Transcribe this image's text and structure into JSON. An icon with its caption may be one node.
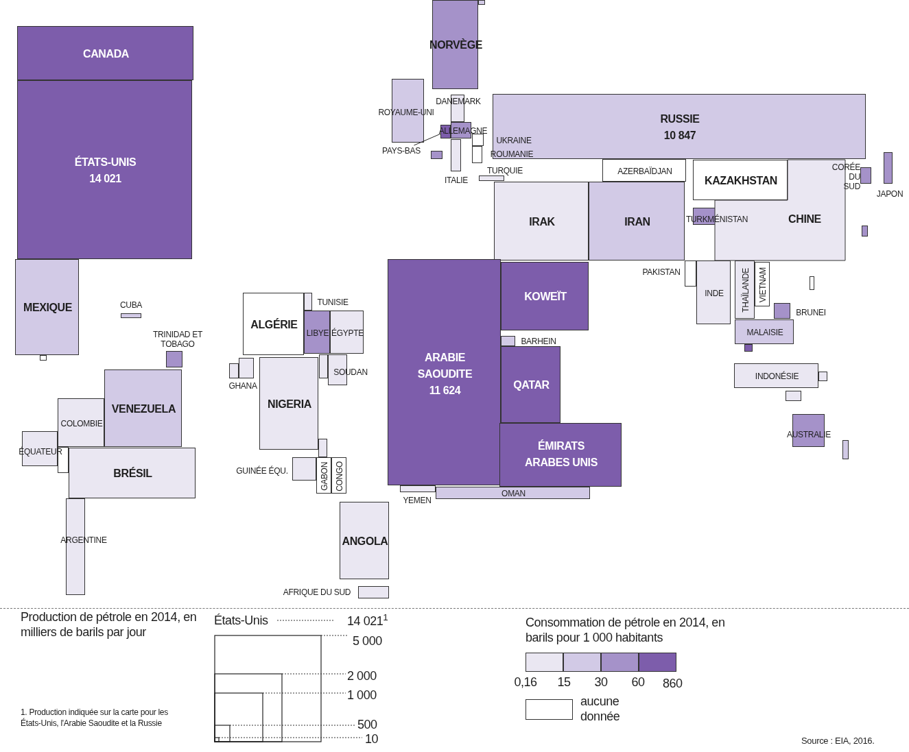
{
  "diagram": {
    "nodes": [
      {
        "text": [
          "NORVÈGE"
        ]
      },
      {
        "text": [
          "ROYAUME-UNI"
        ]
      },
      {
        "text": [
          "DANEMARK"
        ]
      },
      {
        "text": [
          "ALLEMAGNE"
        ]
      },
      {
        "text": [
          "PAYS-BAS"
        ]
      },
      {
        "text": [],
        "shape": "box"
      },
      {
        "text": [
          "ITALIE"
        ]
      },
      {
        "text": [
          "UKRAINE"
        ]
      },
      {
        "text": [
          "ROUMANIE"
        ]
      },
      {
        "text": [
          "TURQUIE"
        ]
      },
      {
        "text": [
          "RUSSIE",
          "10 847"
        ]
      },
      {
        "text": [
          "AZERBAÏDJAN"
        ]
      },
      {
        "text": [
          "KAZAKHSTAN"
        ]
      },
      {
        "text": [
          "TURKMÉNISTAN"
        ]
      },
      {
        "text": [
          "CHINE"
        ]
      },
      {
        "text": [
          "CORÉE DU SUD"
        ]
      },
      {
        "text": [
          "JAPON"
        ]
      },
      {
        "text": [
          "IRAK"
        ]
      },
      {
        "text": [
          "IRAN"
        ]
      },
      {
        "text": [
          "PAKISTAN"
        ]
      },
      {
        "text": [
          "INDE"
        ]
      },
      {
        "text": [
          "THAÏLANDE"
        ]
      },
      {
        "text": [
          "VIETNAM"
        ]
      },
      {
        "text": [
          "BRUNEI"
        ]
      },
      {
        "text": [
          "MALAISIE"
        ]
      },
      {
        "text": [
          "INDONÉSIE"
        ]
      },
      {
        "text": [
          "AUSTRALIE"
        ]
      },
      {
        "text": [
          "CANADA"
        ]
      },
      {
        "text": [
          "ÉTATS-UNIS",
          "14 021"
        ]
      },
      {
        "text": [
          "MEXIQUE"
        ]
      },
      {
        "text": [
          "CUBA"
        ]
      },
      {
        "text": [
          "TRINIDAD ET TOBAGO"
        ]
      },
      {
        "text": [
          "VENEZUELA"
        ]
      },
      {
        "text": [
          "COLOMBIE"
        ]
      },
      {
        "text": [
          "ÉQUATEUR"
        ]
      },
      {
        "text": [
          "BRÉSIL"
        ]
      },
      {
        "text": [
          "ARGENTINE"
        ]
      },
      {
        "text": [
          "ALGÉRIE"
        ]
      },
      {
        "text": [
          "TUNISIE"
        ]
      },
      {
        "text": [
          "LIBYE"
        ]
      },
      {
        "text": [
          "ÉGYPTE"
        ]
      },
      {
        "text": [
          "GHANA"
        ]
      },
      {
        "text": [
          "NIGERIA"
        ]
      },
      {
        "text": [
          "SOUDAN"
        ]
      },
      {
        "text": [
          "GUINÉE ÉQU."
        ]
      },
      {
        "text": [
          "GABON"
        ]
      },
      {
        "text": [
          "CONGO"
        ]
      },
      {
        "text": [
          "ANGOLA"
        ]
      },
      {
        "text": [
          "AFRIQUE DU SUD"
        ]
      },
      {
        "text": [
          "ARABIE SAOUDITE",
          "11 624"
        ]
      },
      {
        "text": [
          "KOWEÏT"
        ]
      },
      {
        "text": [
          "BARHEIN"
        ]
      },
      {
        "text": [
          "QATAR"
        ]
      },
      {
        "text": [
          "ÉMIRATS ARABES UNIS"
        ]
      },
      {
        "text": [
          "OMAN"
        ]
      },
      {
        "text": [
          "YEMEN"
        ]
      },
      {
        "text": [],
        "shape": "box"
      },
      {
        "text": [],
        "shape": "box"
      },
      {
        "text": [],
        "shape": "box"
      },
      {
        "text": [],
        "shape": "box"
      },
      {
        "text": [],
        "shape": "box"
      },
      {
        "text": [],
        "shape": "box"
      },
      {
        "text": [],
        "shape": "box"
      },
      {
        "text": [],
        "shape": "box"
      },
      {
        "text": [],
        "shape": "box"
      },
      {
        "text": [],
        "shape": "box"
      },
      {
        "text": [],
        "shape": "box"
      },
      {
        "text": [],
        "shape": "box"
      },
      {
        "text": [],
        "shape": "box"
      }
    ],
    "edges": [
      {
        "from": 4,
        "to": 5,
        "arrow": "none"
      }
    ],
    "labels": [
      "Production de pétrole en 2014, en milliers de barils par jour",
      "États-Unis",
      "14 021$^{1}$",
      "5 000",
      "2 000",
      "1 000",
      "500",
      "10",
      "1. Production indiquée sur la carte pour les États-Unis, l'Arabie Saoudite et la Russie",
      "Consommation de pétrole en 2014, en barils pour 1 000 habitants",
      "860",
      "Source : EIA, 2016."
    ],
    "legend": [
      {
        "text": "0,16",
        "color": "#eae7f2"
      },
      {
        "text": "15",
        "color": "#d2cae6"
      },
      {
        "text": "30",
        "color": "#a592c9"
      },
      {
        "text": "60",
        "color": "#7d5dab"
      },
      {
        "text": "aucune donnée",
        "color": "#ffffff"
      }
    ]
  }
}
